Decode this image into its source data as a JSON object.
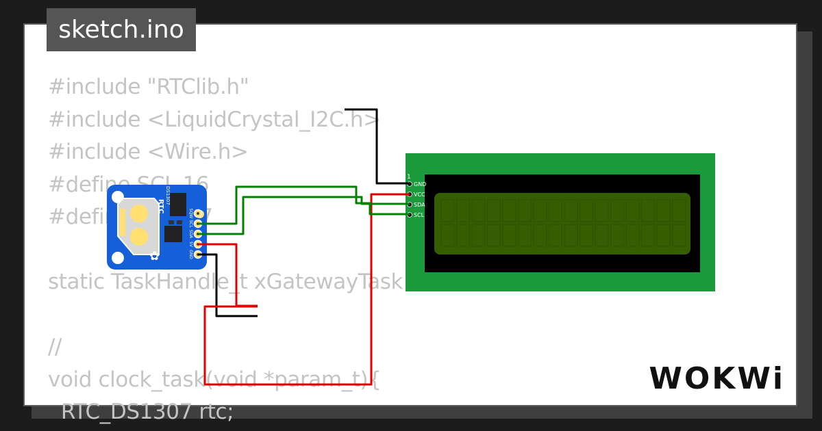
{
  "sketch": {
    "filename": "sketch.ino"
  },
  "code_lines": [
    "#include \"RTClib.h\"",
    "#include <LiquidCrystal_I2C.h>",
    "#include <Wire.h>",
    "#define SCL 16",
    "#define SDA 17",
    "",
    "static TaskHandle_t xGatewayTask = NULL;",
    "",
    "//",
    "void clock_task(void *param_t){",
    "  RTC_DS1307 rtc;"
  ],
  "rtc_module": {
    "label": "RTC",
    "chip": "DS1307",
    "pins": [
      "SQW",
      "SCL",
      "SDA",
      "5V",
      "GND"
    ],
    "board_color": "#1560d8"
  },
  "lcd": {
    "pin1_marker": "1",
    "pins": [
      "GND",
      "VCC",
      "SDA",
      "SCL"
    ],
    "board_color": "#1a9a3a",
    "screen_color": "#345e00"
  },
  "wires": {
    "gnd_color": "#000000",
    "vcc_color": "#e00000",
    "signal_color": "#008000"
  },
  "brand": {
    "logo": "WOKWi"
  }
}
